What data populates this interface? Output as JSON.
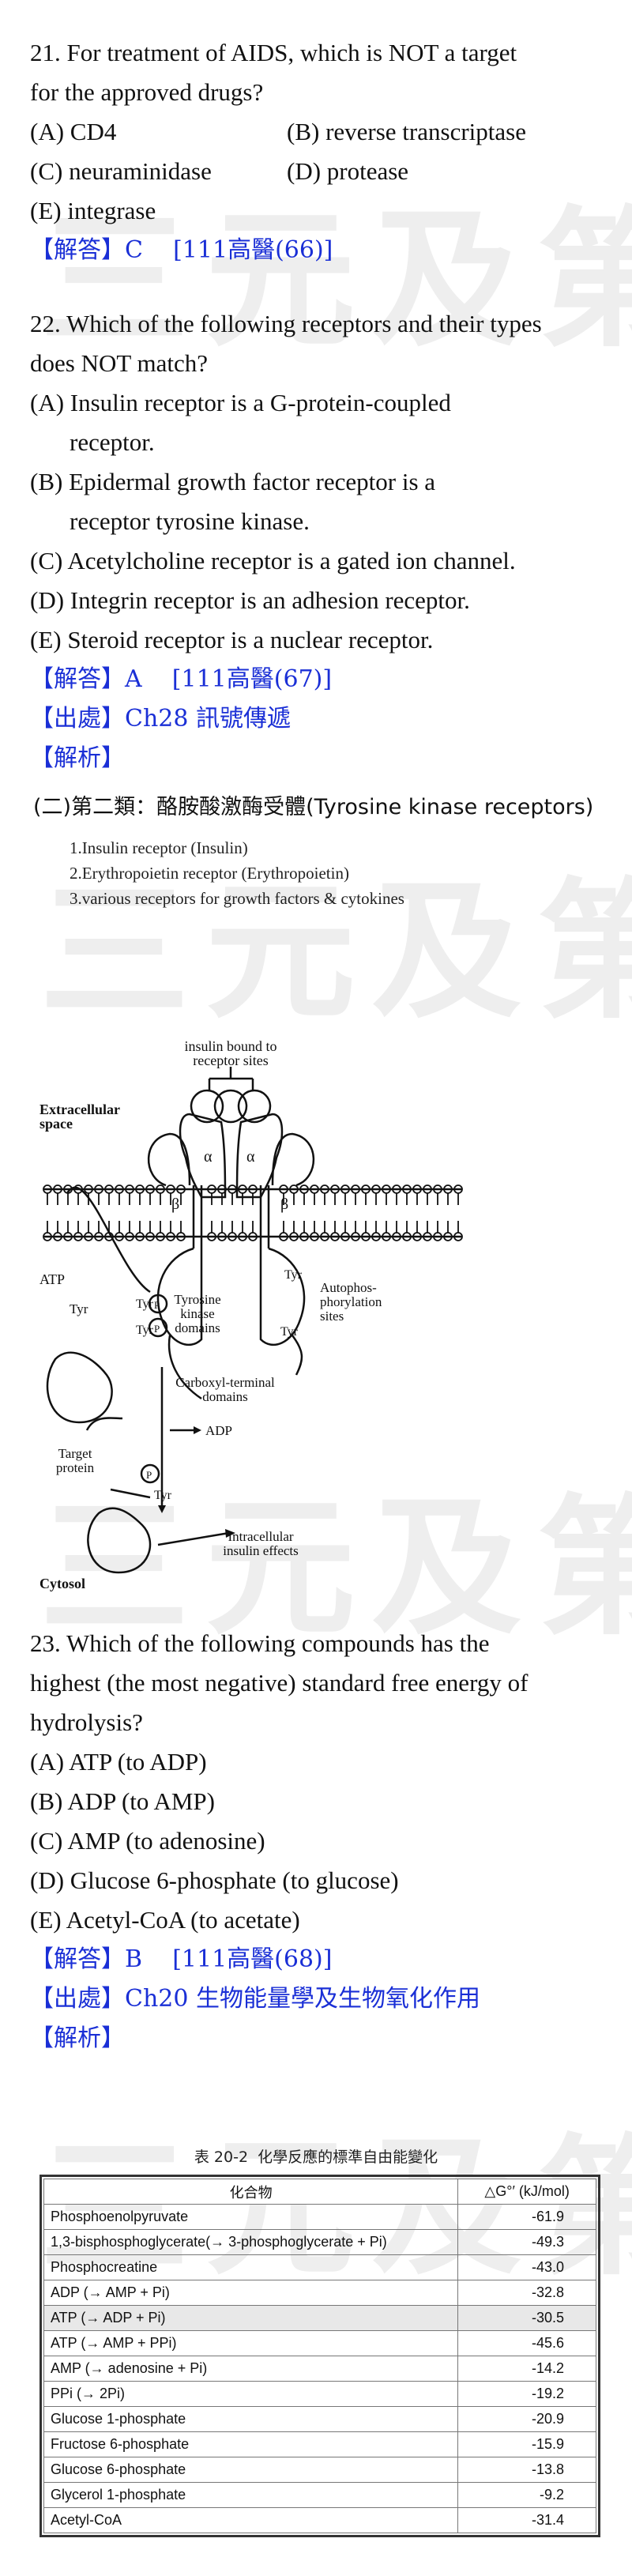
{
  "watermarks": [
    "三元及第",
    "三元及第",
    "三元及第",
    "三元及第"
  ],
  "q21": {
    "stem_line1": "21. For treatment of AIDS, which is NOT a target",
    "stem_line2": "for the approved drugs?",
    "options": [
      "(A) CD4",
      "(B) reverse transcriptase",
      "(C) neuraminidase",
      "(D) protease",
      "(E) integrase"
    ],
    "answer": "【解答】C    [111高醫(66)]"
  },
  "q22": {
    "stem_line1": "22. Which of the following receptors and their types",
    "stem_line2": "does NOT match?",
    "options": [
      [
        "(A) Insulin receptor is a G-protein-coupled",
        "receptor."
      ],
      [
        "(B) Epidermal growth factor receptor is a",
        "receptor tyrosine kinase."
      ],
      [
        "(C) Acetylcholine receptor is a gated ion channel."
      ],
      [
        "(D) Integrin receptor is an adhesion receptor."
      ],
      [
        "(E) Steroid receptor is a nuclear receptor."
      ]
    ],
    "answer": "【解答】A    [111高醫(67)]",
    "source": "【出處】Ch28 訊號傳遞",
    "explain": "【解析】"
  },
  "section": {
    "heading": "(二)第二類：酪胺酸激酶受體(Tyrosine kinase receptors)",
    "items": [
      "1.Insulin receptor (Insulin)",
      "2.Erythropoietin receptor (Erythropoietin)",
      "3.various receptors for growth factors & cytokines"
    ]
  },
  "diagram": {
    "top_label_1": "insulin bound to",
    "top_label_2": "receptor sites",
    "extracellular_1": "Extracellular",
    "extracellular_2": "space",
    "alpha": "α",
    "beta": "β",
    "atp": "ATP",
    "tyr": "Tyr",
    "p": "P",
    "tk_1": "Tyrosine",
    "tk_2": "kinase",
    "tk_3": "domains",
    "auto_1": "Autophos-",
    "auto_2": "phorylation",
    "auto_3": "sites",
    "ct_1": "Carboxyl-terminal",
    "ct_2": "domains",
    "adp": "ADP",
    "target_1": "Target",
    "target_2": "protein",
    "ie_1": "Intracellular",
    "ie_2": "insulin effects",
    "cytosol": "Cytosol"
  },
  "q23": {
    "stem_line1": "23. Which of the following compounds has the",
    "stem_line2": "highest (the most negative) standard free energy of",
    "stem_line3": "hydrolysis?",
    "options": [
      "(A) ATP (to ADP)",
      "(B) ADP (to AMP)",
      "(C) AMP (to adenosine)",
      "(D) Glucose 6-phosphate (to glucose)",
      "(E) Acetyl-CoA (to acetate)"
    ],
    "answer": "【解答】B    [111高醫(68)]",
    "source": "【出處】Ch20 生物能量學及生物氧化作用",
    "explain": "【解析】"
  },
  "table": {
    "caption": "表 20-2  化學反應的標準自由能變化",
    "col1": "化合物",
    "col2": "△G°′ (kJ/mol)",
    "rows": [
      [
        "Phosphoenolpyruvate",
        "-61.9"
      ],
      [
        "1,3-bisphosphoglycerate(→ 3-phosphoglycerate + Pi)",
        "-49.3"
      ],
      [
        "Phosphocreatine",
        "-43.0"
      ],
      [
        "ADP (→ AMP + Pi)",
        "-32.8"
      ],
      [
        "ATP (→ ADP + Pi)",
        "-30.5"
      ],
      [
        "ATP (→ AMP + PPi)",
        "-45.6"
      ],
      [
        "AMP (→ adenosine + Pi)",
        "-14.2"
      ],
      [
        "PPi (→ 2Pi)",
        "-19.2"
      ],
      [
        "Glucose 1-phosphate",
        "-20.9"
      ],
      [
        "Fructose 6-phosphate",
        "-15.9"
      ],
      [
        "Glucose 6-phosphate",
        "-13.8"
      ],
      [
        "Glycerol 1-phosphate",
        "-9.2"
      ],
      [
        "Acetyl-CoA",
        "-31.4"
      ]
    ]
  }
}
